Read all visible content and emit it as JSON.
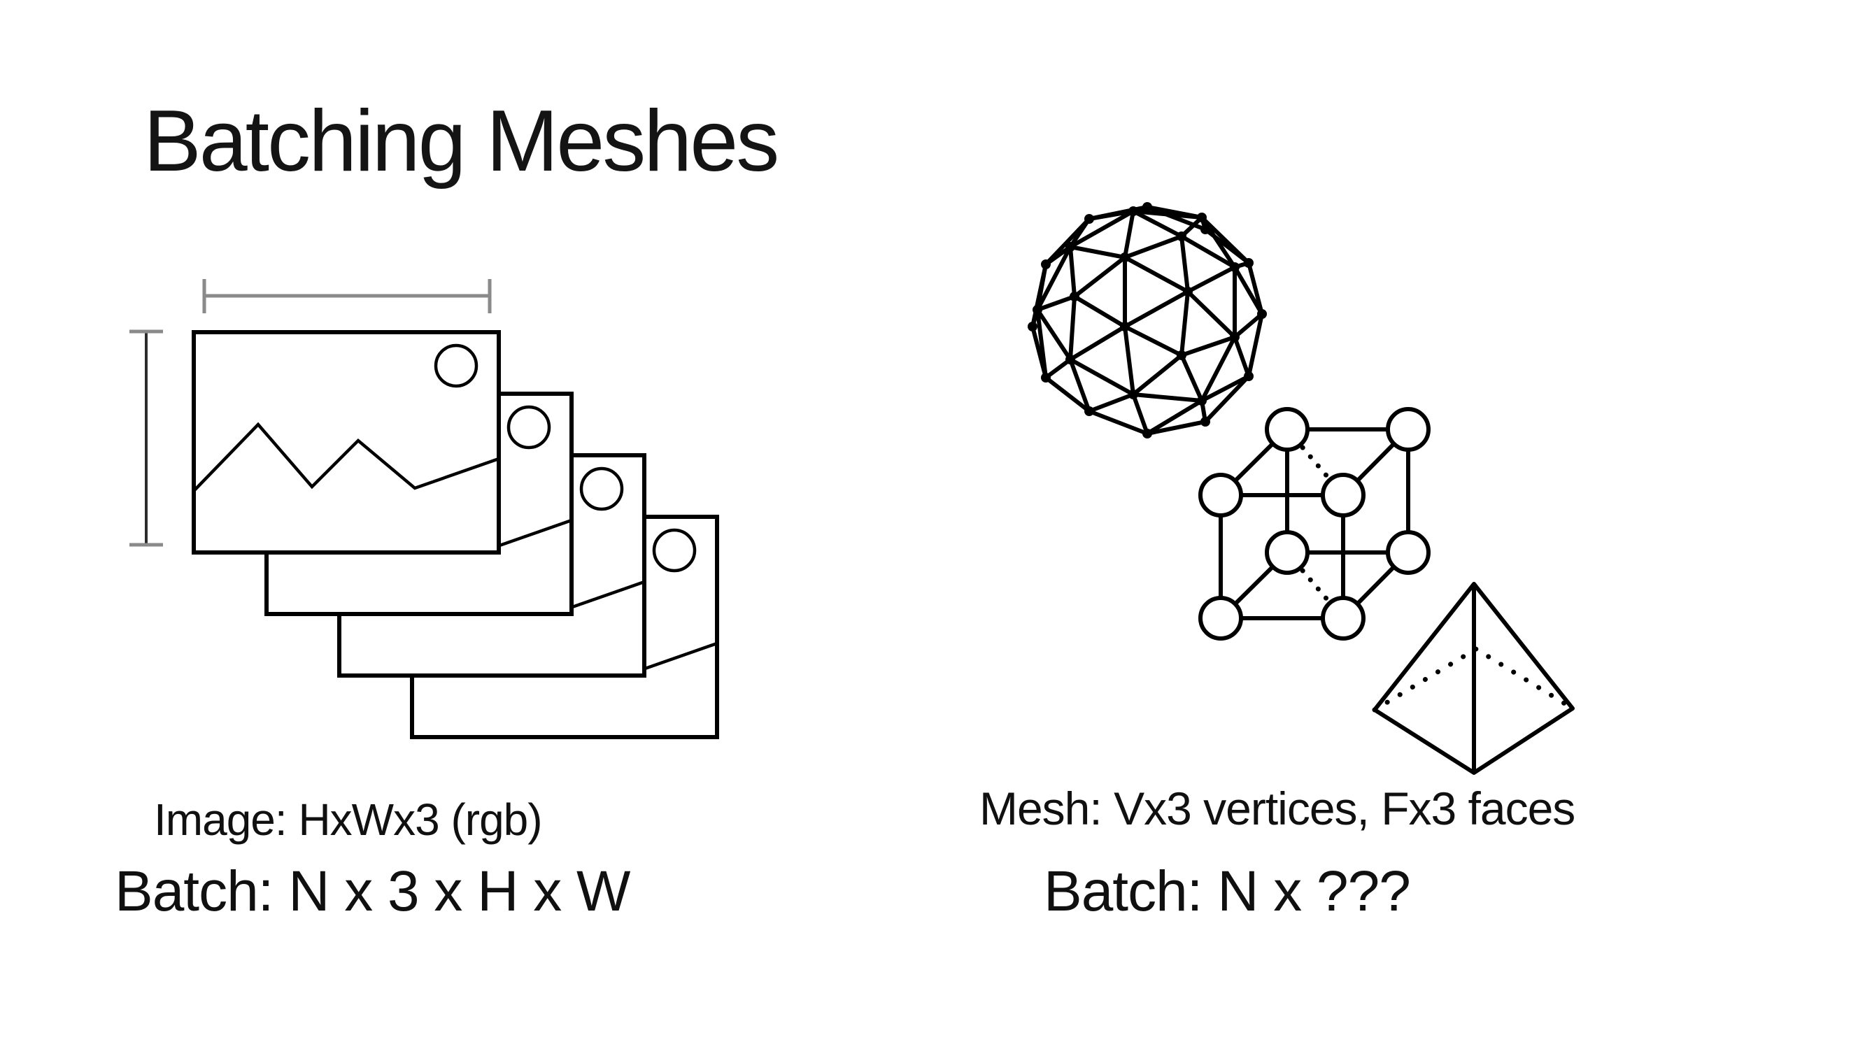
{
  "slide": {
    "title": "Batching Meshes"
  },
  "left_panel": {
    "diagram": "image-stack",
    "stack_count": 4,
    "caption_small": "Image: HxWx3 (rgb)",
    "caption_large": "Batch: N x 3 x H x W"
  },
  "right_panel": {
    "diagram": "mesh-shapes",
    "shapes": [
      "icosphere",
      "cube-graph",
      "pyramid"
    ],
    "caption_small": "Mesh: Vx3 vertices, Fx3 faces",
    "caption_large": "Batch: N x ???"
  },
  "colors": {
    "ink": "#000000",
    "dim-line": "#8a8a8a",
    "bg": "#ffffff"
  }
}
